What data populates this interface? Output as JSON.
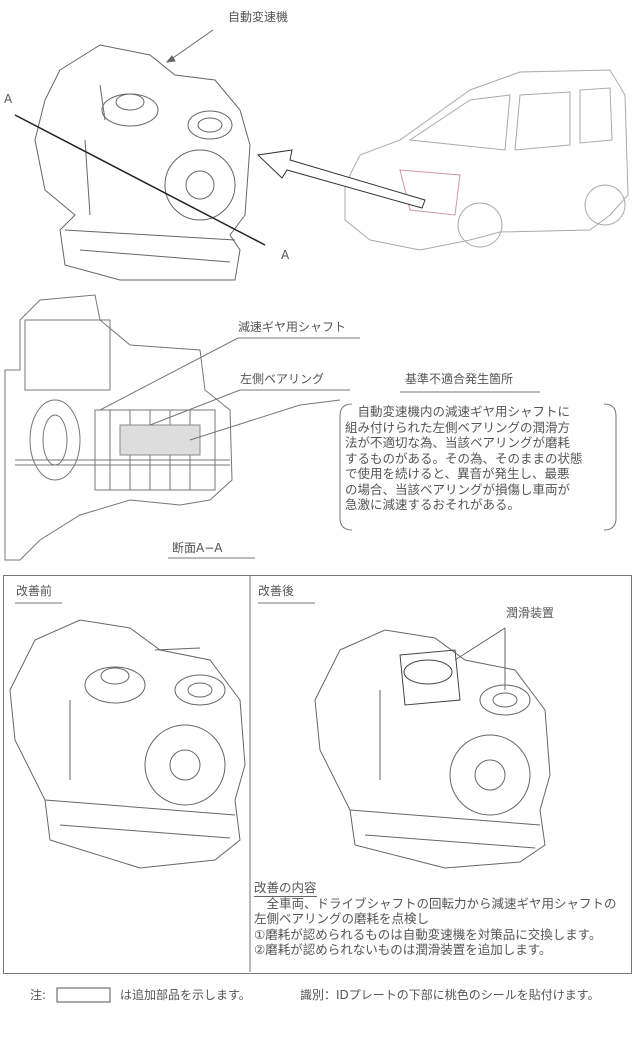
{
  "labels": {
    "transmission": "自動変速機",
    "section_a_top": "A",
    "section_a_bottom": "A",
    "reduction_gear_shaft": "減速ギヤ用シャフト",
    "left_bearing": "左側ベアリング",
    "defect_location": "基準不適合発生箇所",
    "section_caption": "断面A−A",
    "lubrication_device": "潤滑装置"
  },
  "defect_description": [
    "　自動変速機内の減速ギヤ用シャフトに",
    "組み付けられた左側ベアリングの潤滑方",
    "法が不適切な為、当該ベアリングが磨耗",
    "するものがある。その為、そのままの状態",
    "で使用を続けると、異音が発生し、最悪",
    "の場合、当該ベアリングが損傷し車両が",
    "急激に減速するおそれがある。"
  ],
  "comparison": {
    "before_label": "改善前",
    "after_label": "改善後"
  },
  "improvement": {
    "title": "改善の内容",
    "lines": [
      "　全車両、ドライブシャフトの回転力から減速ギヤ用シャフトの",
      "左側ベアリングの磨耗を点検し",
      "①磨耗が認められるものは自動変速機を対策品に交換します。",
      "②磨耗が認められないものは潤滑装置を追加します。"
    ]
  },
  "footer": {
    "note_prefix": "注:",
    "note_text": "は追加部品を示します。",
    "identification": "識別：IDプレートの下部に桃色のシールを貼付けます。"
  }
}
